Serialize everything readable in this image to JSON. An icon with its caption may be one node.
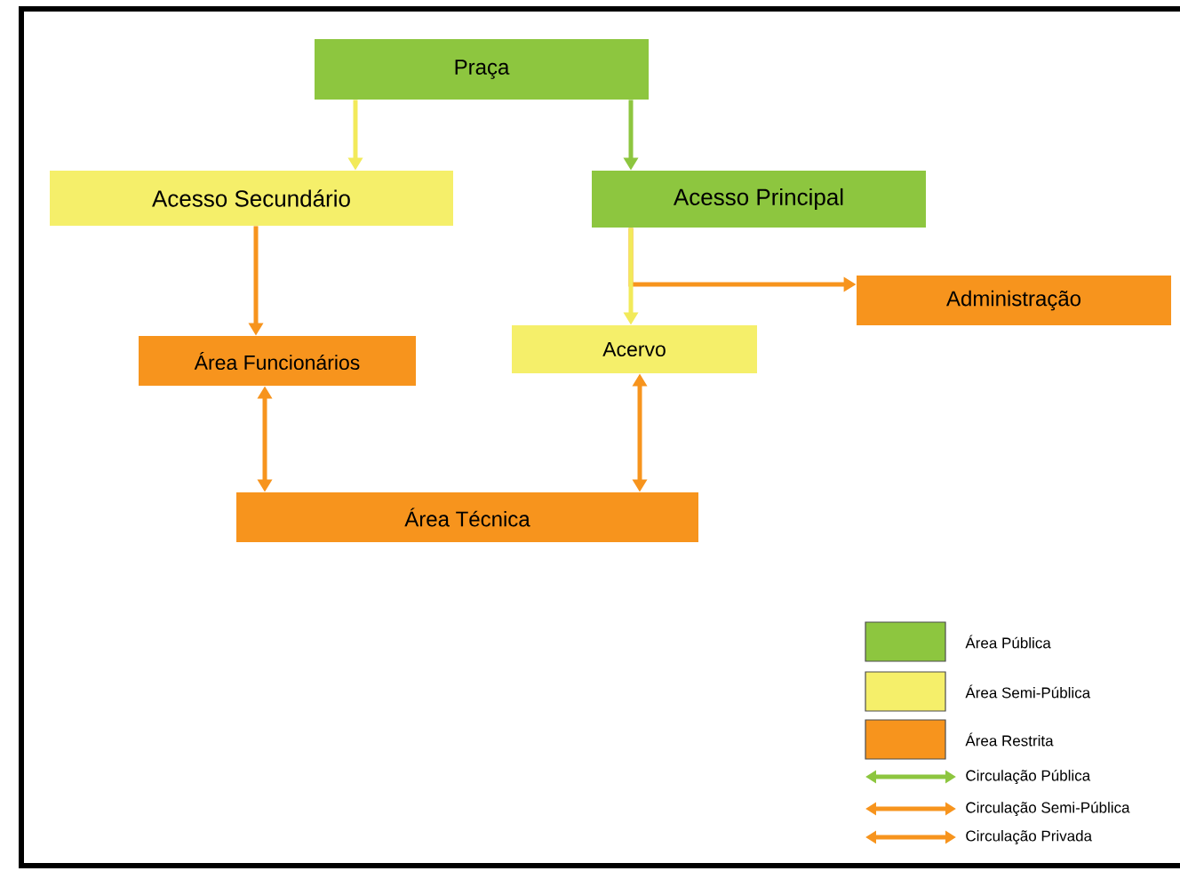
{
  "diagram": {
    "nodes": [
      {
        "text": [
          "Praça"
        ]
      },
      {
        "text": [
          "Acesso Secundário"
        ]
      },
      {
        "text": [
          "Acesso Principal"
        ]
      },
      {
        "text": [
          "Administração"
        ]
      },
      {
        "text": [
          "Área Funcionários"
        ]
      },
      {
        "text": [
          "Acervo"
        ]
      },
      {
        "text": [
          "Área Técnica"
        ]
      }
    ],
    "edges": [
      {
        "from": 0,
        "to": 1,
        "arrow": "to",
        "color": "#f2ea5a"
      },
      {
        "from": 0,
        "to": 2,
        "arrow": "to",
        "color": "#8dc63f"
      },
      {
        "from": 1,
        "to": 4,
        "arrow": "to"
      },
      {
        "from": 2,
        "to": 5,
        "arrow": "to",
        "color": "#f2ea5a"
      },
      {
        "from": 2,
        "to": 3,
        "arrow": "to"
      },
      {
        "from": 4,
        "to": 6,
        "arrow": "both"
      },
      {
        "from": 5,
        "to": 6,
        "arrow": "both"
      }
    ],
    "legend": [
      {
        "text": "Área Pública",
        "color": "#8dc63f"
      },
      {
        "text": "Área Semi-Pública",
        "color": "#f5ef6a"
      },
      {
        "text": "Área Restrita",
        "color": "#f7941d"
      },
      {
        "text": "Circulação Pública"
      },
      {
        "text": "Circulação Semi-Pública"
      },
      {
        "text": "Circulação Privada"
      }
    ]
  }
}
